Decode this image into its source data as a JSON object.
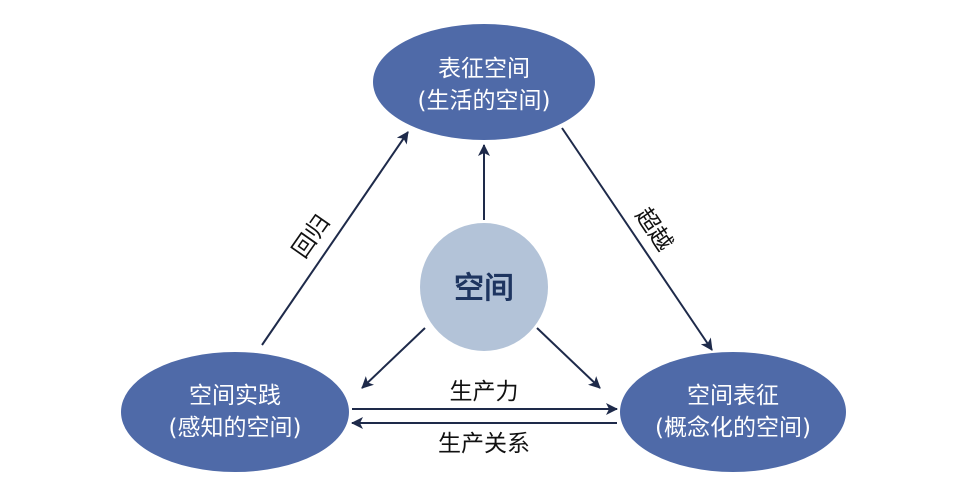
{
  "nodes": {
    "top": {
      "line1": "表征空间",
      "line2": "(生活的空间)"
    },
    "left": {
      "line1": "空间实践",
      "line2": "(感知的空间)"
    },
    "right": {
      "line1": "空间表征",
      "line2": "(概念化的空间)"
    },
    "center": {
      "label": "空间"
    }
  },
  "edges": {
    "return": "回归",
    "transcend": "超越",
    "productive_forces": "生产力",
    "relations_of_production": "生产关系"
  },
  "colors": {
    "node_fill": "#4f6aa8",
    "center_fill": "#b3c3d8",
    "arrow": "#1e2a4a",
    "center_text": "#1e3560"
  }
}
